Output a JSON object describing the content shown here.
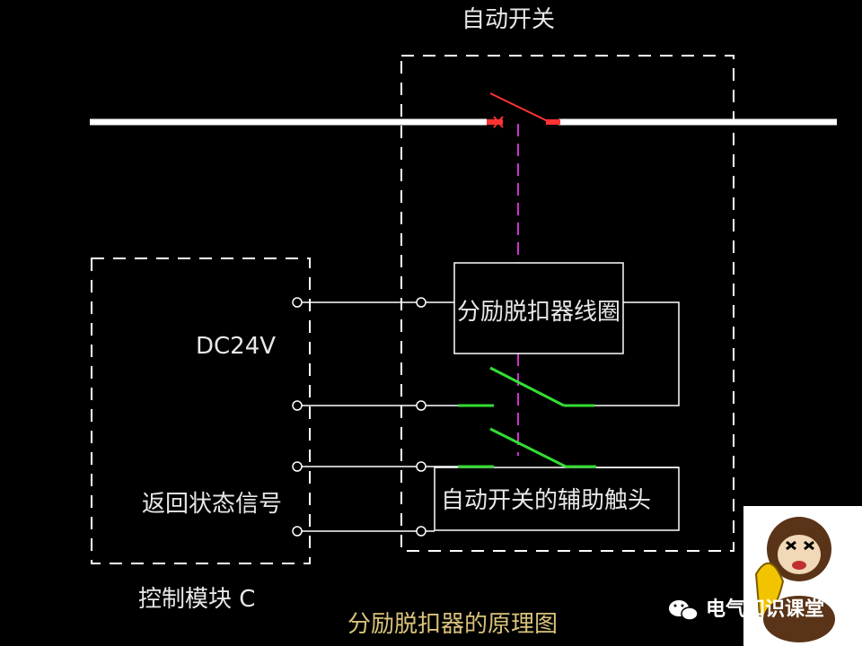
{
  "labels": {
    "auto_switch_title": "自动开关",
    "dc_voltage": "DC24V",
    "return_signal": "返回状态信号",
    "control_module": "控制模块 C",
    "shunt_coil": "分励脱扣器线圈",
    "aux_contact": "自动开关的辅助触头",
    "caption": "分励脱扣器的原理图"
  },
  "watermark": {
    "text": "电气知识课堂",
    "icon": "wechat-icon",
    "mascot": "monkey-mascot-icon"
  },
  "colors": {
    "background": "#000000",
    "wire": "#ffffff",
    "dashed_border": "#ffffff",
    "main_contact": "#ff3333",
    "mechanical_link": "#cc33cc",
    "aux_contact": "#33dd33",
    "caption": "#d9c27a"
  }
}
